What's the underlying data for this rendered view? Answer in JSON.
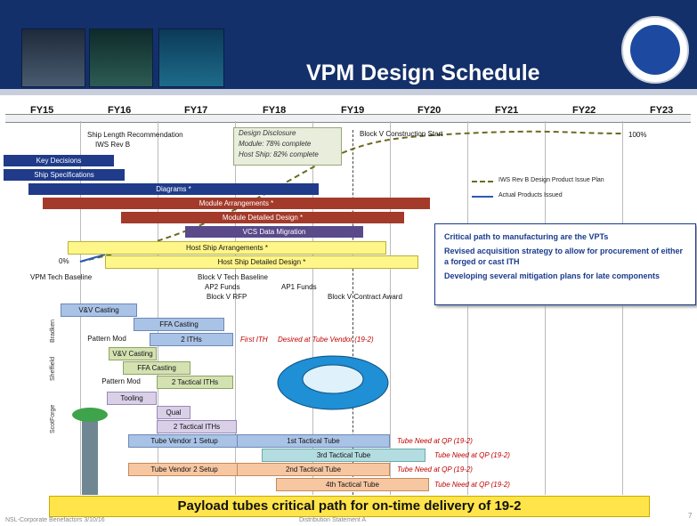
{
  "header": {
    "title": "VPM Design Schedule"
  },
  "fiscal_years": [
    "FY15",
    "FY16",
    "FY17",
    "FY18",
    "FY19",
    "FY20",
    "FY21",
    "FY22",
    "FY23"
  ],
  "milestones": {
    "ship_length": "Ship Length Recommendation",
    "iws_rev_b": "IWS Rev B",
    "block_v_construction": "Block V Construction Start",
    "percent_100": "100%",
    "percent_0": "0%",
    "vpm_tech_baseline": "VPM Tech Baseline",
    "block_v_tech_baseline": "Block V Tech Baseline",
    "ap2_funds": "AP2 Funds",
    "ap1_funds": "AP1 Funds",
    "block_v_rfp": "Block V RFP",
    "block_v_contract": "Block V Contract Award"
  },
  "design_disclosure": {
    "title": "Design Disclosure",
    "module": "Module: 78% complete",
    "host": "Host Ship: 82% complete"
  },
  "legend": {
    "plan": "IWS Rev B Design Product Issue Plan",
    "actual": "Actual Products Issued"
  },
  "bars": {
    "key_decisions": "Key Decisions",
    "ship_specs": "Ship Specifications",
    "diagrams": "Diagrams *",
    "module_arr": "Module Arrangements *",
    "module_detail": "Module Detailed Design *",
    "vcs": "VCS Data Migration",
    "host_arr": "Host Ship Arrangements *",
    "host_detail": "Host Ship Detailed Design *",
    "vv_casting_1": "V&V Casting",
    "ffa_casting_1": "FFA Casting",
    "pattern_mod_1": "Pattern Mod",
    "two_iths": "2 ITHs",
    "vv_casting_2": "V&V Casting",
    "ffa_casting_2": "FFA Casting",
    "pattern_mod_2": "Pattern Mod",
    "two_tactical_1": "2 Tactical ITHs",
    "tooling": "Tooling",
    "qual": "Qual",
    "two_tactical_2": "2 Tactical ITHs",
    "tube_v1_setup": "Tube Vendor 1 Setup",
    "tube_1st": "1st Tactical Tube",
    "tube_3rd": "3rd Tactical Tube",
    "tube_v2_setup": "Tube Vendor 2 Setup",
    "tube_2nd": "2nd Tactical Tube",
    "tube_4th": "4th Tactical Tube"
  },
  "annotations": {
    "first_ith": "First ITH",
    "desired": "Desired at Tube Vendor (19-2)",
    "need1": "Tube Need at QP (19-2)",
    "need2": "Tube Need at QP (19-2)",
    "need3": "Tube Need at QP (19-2)",
    "need4": "Tube Need at QP (19-2)"
  },
  "side_labels": {
    "a": "Bradken",
    "b": "Sheffield",
    "c": "ScotForge"
  },
  "bullets": [
    "Critical path to manufacturing are the VPTs",
    "Revised acquisition strategy to allow for procurement of either a forged or cast ITH",
    "Developing several mitigation plans for late components"
  ],
  "footer": {
    "banner": "Payload tubes critical path for on-time delivery of 19-2",
    "left": "NSL-Corporate Benefactors 3/10/16",
    "center": "Distribution Statement A",
    "page": "7"
  },
  "colors": {
    "navy": "#14306a",
    "bar_blue": "#1f3b8a",
    "bar_red": "#a33a2a",
    "bar_yellow": "#fff68a",
    "bar_lightblue": "#a9c3e6",
    "bar_green": "#d4e2b2",
    "bar_orange": "#f7c7a2",
    "bar_lilac": "#d9d0e8",
    "bar_teal": "#b3dde0",
    "accent_red": "#c00000",
    "banner_yellow": "#ffe44a"
  }
}
